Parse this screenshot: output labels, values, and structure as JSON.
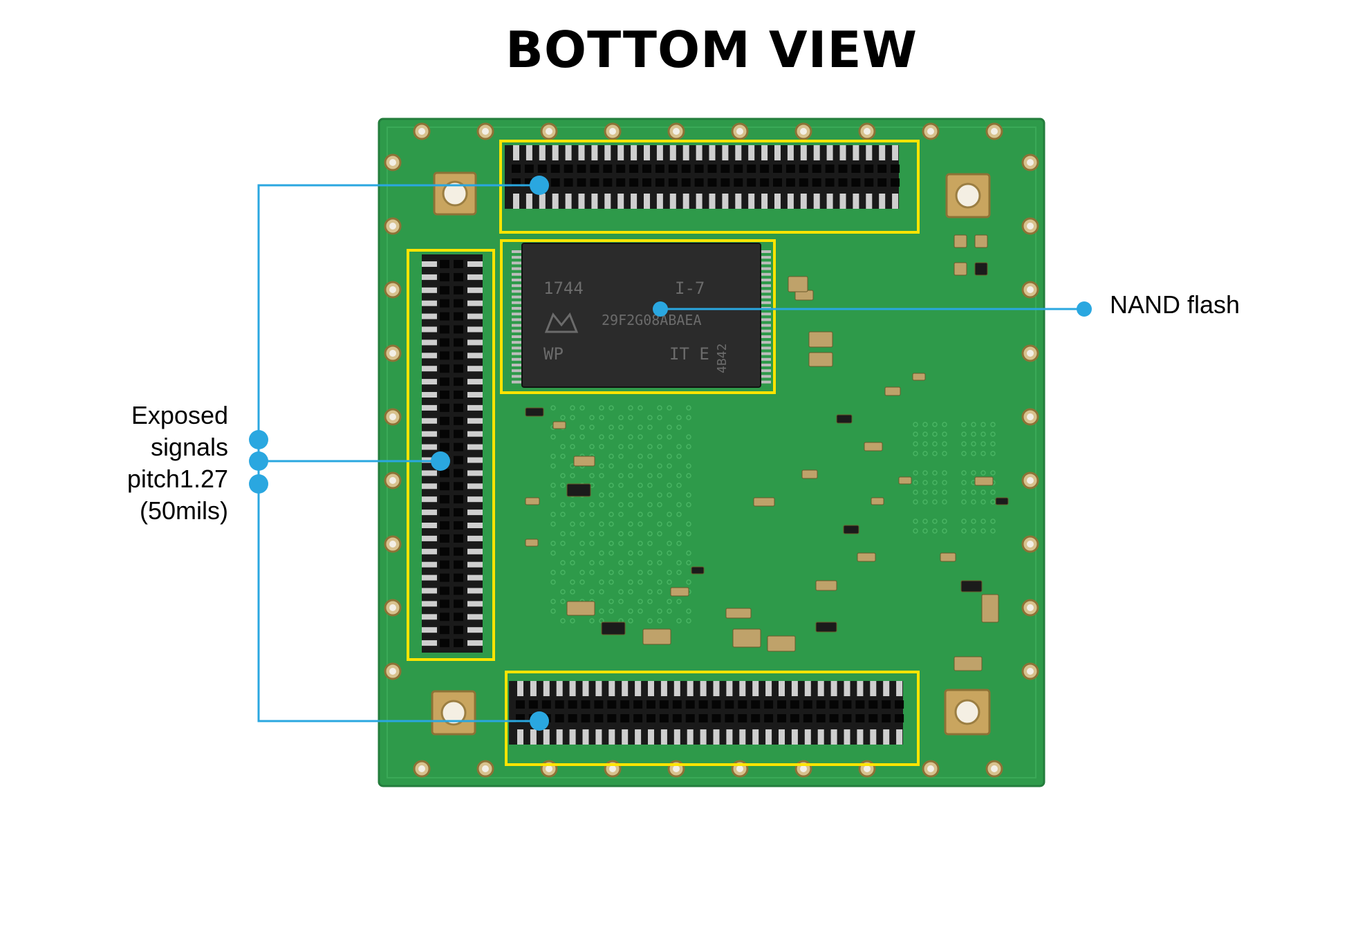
{
  "title": "BOTTOM VIEW",
  "callouts": {
    "nand": "NAND flash",
    "exposed_lines": [
      "Exposed",
      "signals",
      "pitch1.27",
      "(50mils)"
    ]
  },
  "chip_markings": {
    "date_code": "1744",
    "rev": "I-7",
    "part": "29F2G08ABAEA",
    "wp": "WP",
    "grade": "IT E",
    "lot": "4B42"
  },
  "colors": {
    "pcb": "#2e9a4a",
    "pcb_dark": "#1f7a37",
    "highlight": "#ffe400",
    "callout": "#2aa7e0",
    "pad": "#d8b46a",
    "connector": "#151515",
    "chip": "#2a2a2a"
  }
}
